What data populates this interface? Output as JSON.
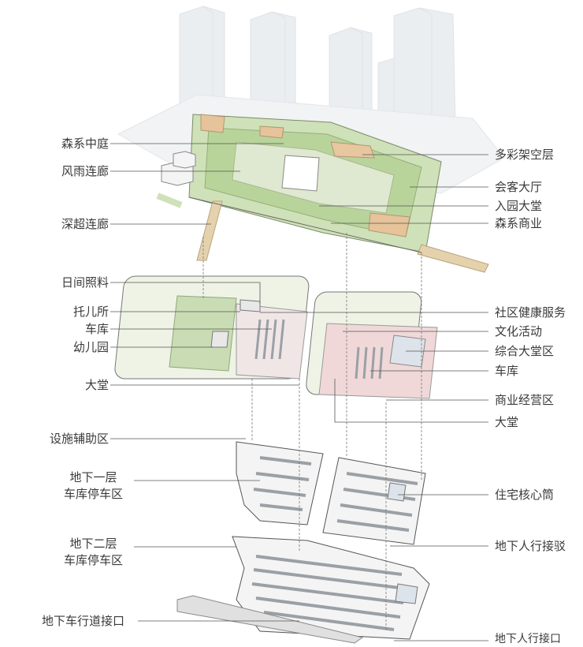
{
  "labels_left": [
    {
      "id": "forest-courtyard",
      "text": "森系中庭"
    },
    {
      "id": "covered-corridor",
      "text": "风雨连廊"
    },
    {
      "id": "shenchao-corridor",
      "text": "深超连廊"
    },
    {
      "id": "daylighting",
      "text": "日间照料"
    },
    {
      "id": "nursery",
      "text": "托儿所"
    },
    {
      "id": "garage-left",
      "text": "车库"
    },
    {
      "id": "kindergarten",
      "text": "幼儿园"
    },
    {
      "id": "lobby-left",
      "text": "大堂"
    },
    {
      "id": "auxiliary-area",
      "text": "设施辅助区"
    },
    {
      "id": "b1-parking",
      "text": "地下一层\n车库停车区"
    },
    {
      "id": "b2-parking",
      "text": "地下二层\n车库停车区"
    },
    {
      "id": "vehicle-access",
      "text": "地下车行道接口"
    }
  ],
  "labels_right": [
    {
      "id": "colorful-stilts",
      "text": "多彩架空层"
    },
    {
      "id": "reception-hall",
      "text": "会客大厅"
    },
    {
      "id": "entrance-lobby",
      "text": "入园大堂"
    },
    {
      "id": "forest-commerce",
      "text": "森系商业"
    },
    {
      "id": "community-health",
      "text": "社区健康服务"
    },
    {
      "id": "cultural-activity",
      "text": "文化活动"
    },
    {
      "id": "integrated-lobby",
      "text": "综合大堂区"
    },
    {
      "id": "garage-right",
      "text": "车库"
    },
    {
      "id": "commercial-area",
      "text": "商业经营区"
    },
    {
      "id": "lobby-right",
      "text": "大堂"
    },
    {
      "id": "residential-core",
      "text": "住宅核心筒"
    },
    {
      "id": "pedestrian-link",
      "text": "地下人行接驳"
    },
    {
      "id": "pedestrian-entrance",
      "text": "地下人行接口"
    }
  ],
  "colors": {
    "roof_green": "#b8d49a",
    "tree_green": "#8fb86a",
    "building_ghost": "#e9ecef",
    "level_outline": "#6b6b6b",
    "parking": "#9aa0a6",
    "bridge": "#e4d2ad",
    "pink_area": "#f1d8d8",
    "leader_line": "#555555"
  }
}
